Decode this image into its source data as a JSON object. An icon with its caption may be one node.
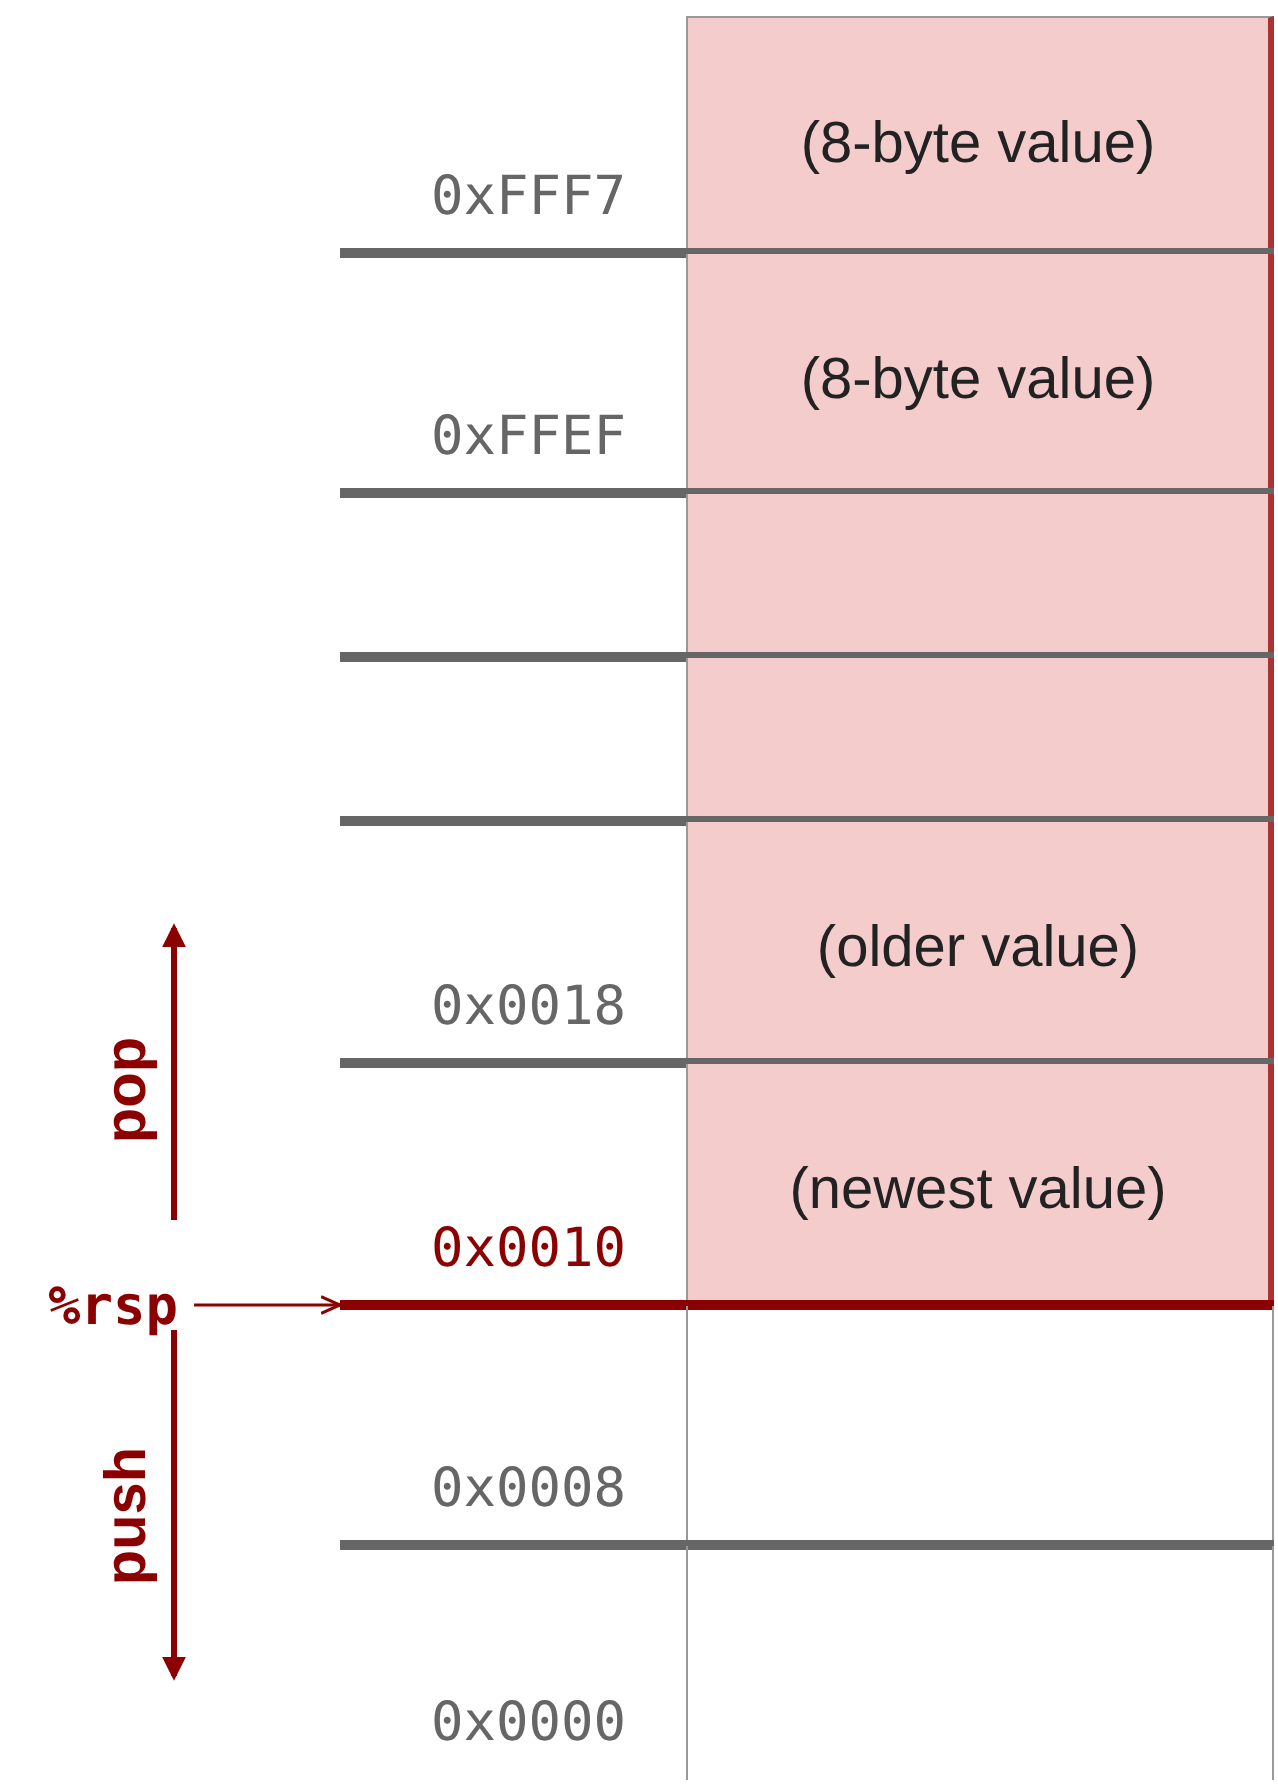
{
  "diagram": {
    "nodes": [
      {
        "text": [
          "(8-byte value)"
        ],
        "beside": [
          "0xFFF7"
        ]
      },
      {
        "text": [
          "(8-byte value)"
        ],
        "beside": [
          "0xFFEF"
        ]
      },
      {
        "text": [],
        "shape": "box"
      },
      {
        "text": [],
        "shape": "box"
      },
      {
        "text": [
          "(older value)"
        ],
        "beside": [
          "0x0018"
        ]
      },
      {
        "text": [
          "(newest value)"
        ],
        "beside": [
          "0x0010"
        ]
      },
      {
        "text": [],
        "shape": "box",
        "beside": [
          "0x0008"
        ]
      },
      {
        "text": [],
        "shape": "box",
        "beside": [
          "0x0000"
        ]
      },
      {
        "text": [
          "%rsp"
        ]
      }
    ],
    "edges": [
      {
        "from": 8,
        "to": 5,
        "arrow": "to"
      }
    ],
    "labels": [
      "pop",
      "push"
    ]
  }
}
